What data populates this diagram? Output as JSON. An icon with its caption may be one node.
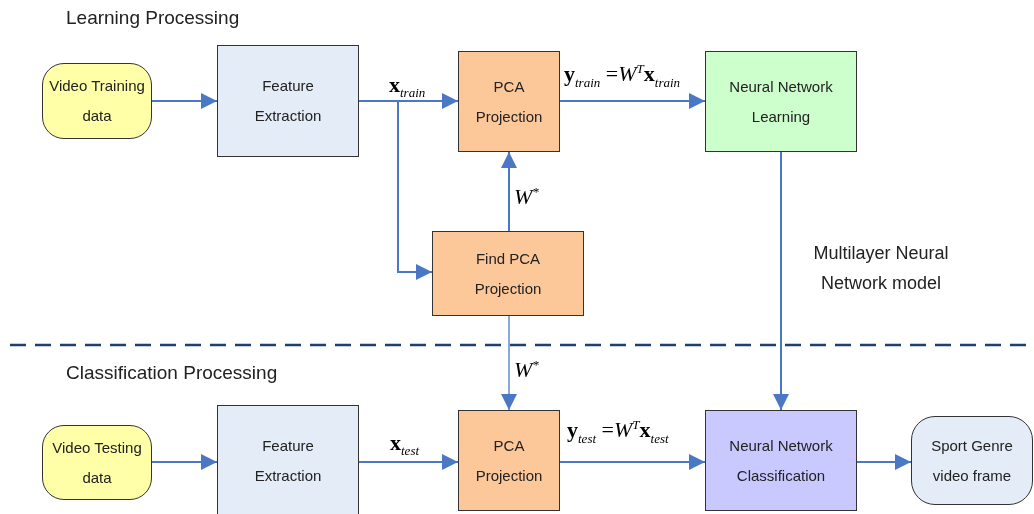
{
  "diagram": {
    "nodes": [
      {
        "text": [
          "Video Training data"
        ]
      },
      {
        "text": [
          "Feature Extraction"
        ]
      },
      {
        "text": [
          "PCA Projection"
        ]
      },
      {
        "text": [
          "Neural Network Learning"
        ]
      },
      {
        "text": [
          "Find PCA Projection"
        ]
      },
      {
        "text": [
          "Video Testing data"
        ]
      },
      {
        "text": [
          "Feature Extraction"
        ]
      },
      {
        "text": [
          "PCA Projection"
        ]
      },
      {
        "text": [
          "Neural Network Classification"
        ]
      },
      {
        "text": [
          "Sport Genre video frame"
        ]
      }
    ],
    "edges": [
      {
        "from": 0,
        "to": 1,
        "arrow": "to"
      },
      {
        "from": 1,
        "to": 2,
        "arrow": "to",
        "label": "**x**$_{train}$"
      },
      {
        "from": 1,
        "to": 4,
        "arrow": "to"
      },
      {
        "from": 4,
        "to": 2,
        "arrow": "to",
        "label": "*W*$^{*}$"
      },
      {
        "from": 2,
        "to": 3,
        "arrow": "to",
        "label": "**y**$_{train}$ =*W*$^{T}$**x**$_{train}$"
      },
      {
        "from": 3,
        "to": 8,
        "arrow": "to",
        "label": "Multilayer Neural Network model"
      },
      {
        "from": 4,
        "to": 7,
        "arrow": "to",
        "label": "*W*$^{*}$"
      },
      {
        "from": 5,
        "to": 6,
        "arrow": "to"
      },
      {
        "from": 6,
        "to": 7,
        "arrow": "to",
        "label": "**x**$_{test}$"
      },
      {
        "from": 7,
        "to": 8,
        "arrow": "to",
        "label": "**y**$_{test}$ =*W*$^{T}$**x**$_{test}$"
      },
      {
        "from": 8,
        "to": 9,
        "arrow": "to"
      }
    ],
    "labels": [
      "Learning Processing",
      "Classification Processing"
    ]
  }
}
